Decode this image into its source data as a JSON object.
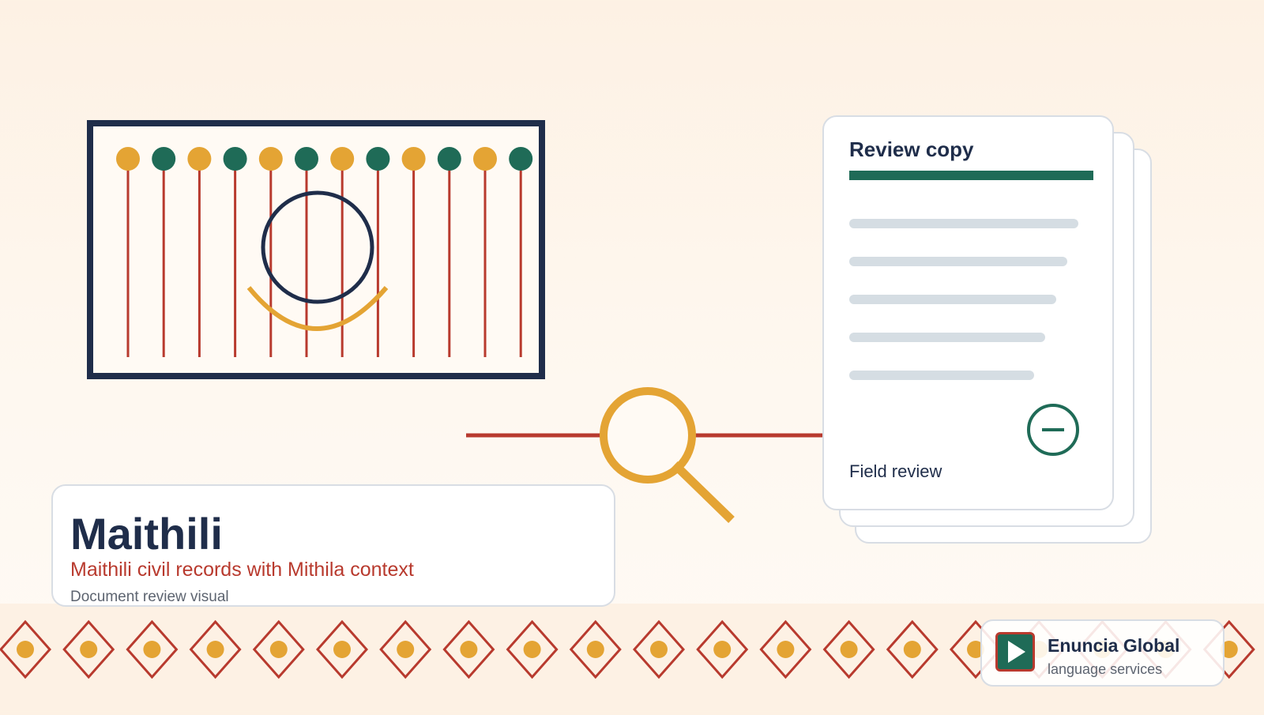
{
  "colors": {
    "navy": "#1f2d4a",
    "green": "#1f6b57",
    "red": "#b83a2e",
    "gold": "#e4a434",
    "line_gray": "#d5dde3",
    "border": "#d8dde4"
  },
  "document_card": {
    "title": "Review copy",
    "footer": "Field review",
    "status_icon": "minus-circle-icon"
  },
  "title_card": {
    "language": "Maithili",
    "subtitle": "Maithili civil records with Mithila context",
    "note": "Document review visual"
  },
  "brand": {
    "name": "Enuncia Global",
    "tagline": "language services",
    "logo_icon": "play-logo-icon"
  },
  "illustration": {
    "frame_icon": "mithila-art-frame",
    "magnifier_icon": "magnifying-glass-icon",
    "border_icon": "diamond-dot-pattern"
  }
}
